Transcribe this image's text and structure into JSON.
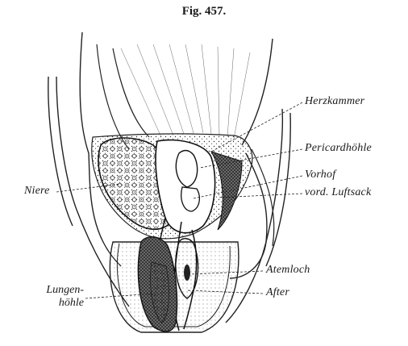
{
  "figure": {
    "title": "Fig. 457.",
    "labels": {
      "herzkammer": "Herzkammer",
      "pericardhoehle": "Pericardhöhle",
      "vorhof": "Vorhof",
      "luftsack": "vord. Luftsack",
      "niere": "Niere",
      "atemloch": "Atemloch",
      "after": "After",
      "lungen_line1": "Lungen-",
      "lungen_line2": "höhle"
    }
  }
}
